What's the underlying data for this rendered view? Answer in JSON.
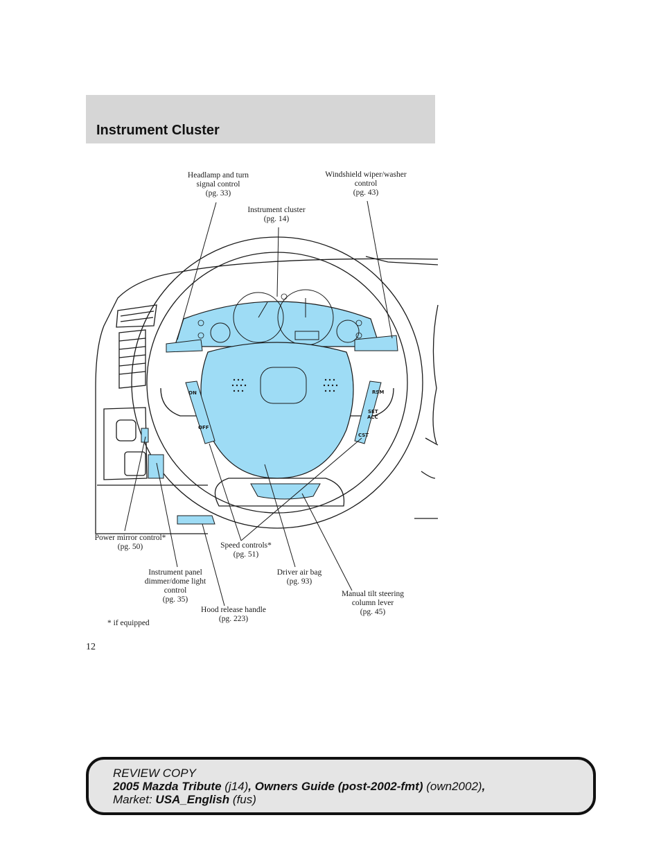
{
  "header": {
    "title": "Instrument Cluster"
  },
  "callouts": {
    "headlamp": [
      "Headlamp and turn",
      "signal control",
      "(pg. 33)"
    ],
    "wiper": [
      "Windshield wiper/washer",
      "control",
      "(pg. 43)"
    ],
    "cluster": [
      "Instrument cluster",
      "(pg. 14)"
    ],
    "mirror": [
      "Power mirror control*",
      "(pg. 50)"
    ],
    "speed": [
      "Speed controls*",
      "(pg. 51)"
    ],
    "dimmer": [
      "Instrument panel",
      "dimmer/dome light",
      "control",
      "(pg. 35)"
    ],
    "airbag": [
      "Driver air bag",
      "(pg. 93)"
    ],
    "tilt": [
      "Manual tilt steering",
      "column lever",
      "(pg. 45)"
    ],
    "hood": [
      "Hood release handle",
      "(pg. 223)"
    ]
  },
  "switch_labels": {
    "on": "ON",
    "off": "OFF",
    "rsm": "RSM",
    "set": "SET",
    "acc": "ACC",
    "cst": "CST"
  },
  "footnote": "* if equipped",
  "page_number": "12",
  "review": {
    "line1": "REVIEW COPY",
    "vehicle": "2005 Mazda Tribute",
    "vehicle_code": "(j14)",
    "sep1": ", ",
    "guide": "Owners Guide (post-2002-fmt)",
    "guide_code": "(own2002)",
    "sep2": ",",
    "market_label": "Market:",
    "market": "USA_English",
    "market_code": "(fus)"
  },
  "colors": {
    "highlight": "#9edcf5",
    "line": "#1a1a1a",
    "header_band": "#d6d6d6",
    "review_bg": "#e5e5e5"
  }
}
